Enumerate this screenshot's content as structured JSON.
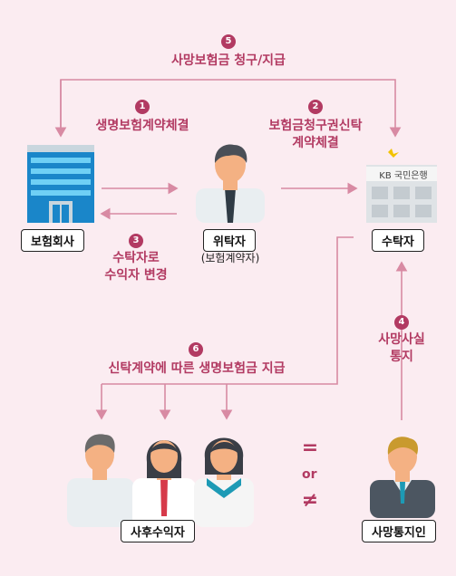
{
  "steps": {
    "s1": {
      "num": "1",
      "text": "생명보험계약체결"
    },
    "s2": {
      "num": "2",
      "line1": "보험금청구권신탁",
      "line2": "계약체결"
    },
    "s3": {
      "num": "3",
      "line1": "수탁자로",
      "line2": "수익자 변경"
    },
    "s4": {
      "num": "4",
      "line1": "사망사실",
      "line2": "통지"
    },
    "s5": {
      "num": "5",
      "text": "사망보험금 청구/지급"
    },
    "s6": {
      "num": "6",
      "text": "신탁계약에 따른 생명보험금 지급"
    }
  },
  "nodes": {
    "insurer": "보험회사",
    "truster": "위탁자",
    "truster_sub": "(보험계약자)",
    "trustee": "수탁자",
    "beneficiaries": "사후수익자",
    "notifier": "사망통지인"
  },
  "bank_sign": {
    "kb": "KB",
    "name": "국민은행"
  },
  "symbols": {
    "equal": "=",
    "or": "or",
    "not_equal": "≠"
  },
  "colors": {
    "accent": "#b23a62",
    "arrow": "#d88aa3",
    "background": "#fbecf1"
  }
}
